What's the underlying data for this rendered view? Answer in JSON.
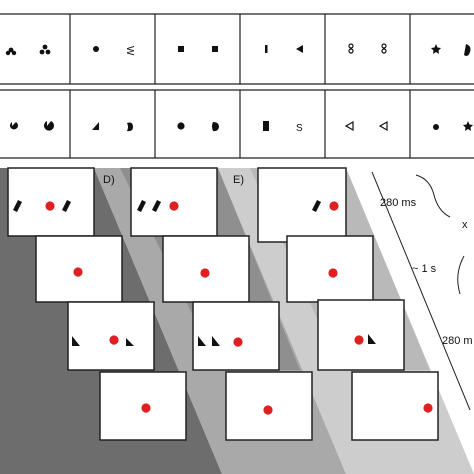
{
  "colors": {
    "panel_d_band": "#6d6d6d",
    "panel_e_band": "#a9a9a9",
    "panel_e2_band": "#cdcdcd",
    "fixation_dot": "#e02020",
    "frame_border": "#222222",
    "shape_fill": "#111111"
  },
  "top_grid": {
    "row1_icons": [
      "three-dot-cluster-icon",
      "dot-icon",
      "w-glyph-icon",
      "square-icon",
      "square-icon",
      "bar-icon",
      "triangle-left-icon",
      "ring8-icon",
      "ring8-icon",
      "star-icon",
      "blob-icon"
    ],
    "row2_icons": [
      "pacman-icon",
      "pacman-icon",
      "triangle-icon",
      "notched-blob-icon",
      "dot-icon",
      "notched-blob-icon",
      "bar-icon",
      "s-glyph-icon",
      "triangle-outline-icon",
      "triangle-outline-icon",
      "dot-icon",
      "star-icon"
    ]
  },
  "panels": {
    "d": {
      "label": "D)"
    },
    "e": {
      "label": "E)"
    }
  },
  "timing": {
    "t1": "280 ms",
    "t2": "~ 1 s",
    "t3": "280 m",
    "x_label": "x"
  }
}
